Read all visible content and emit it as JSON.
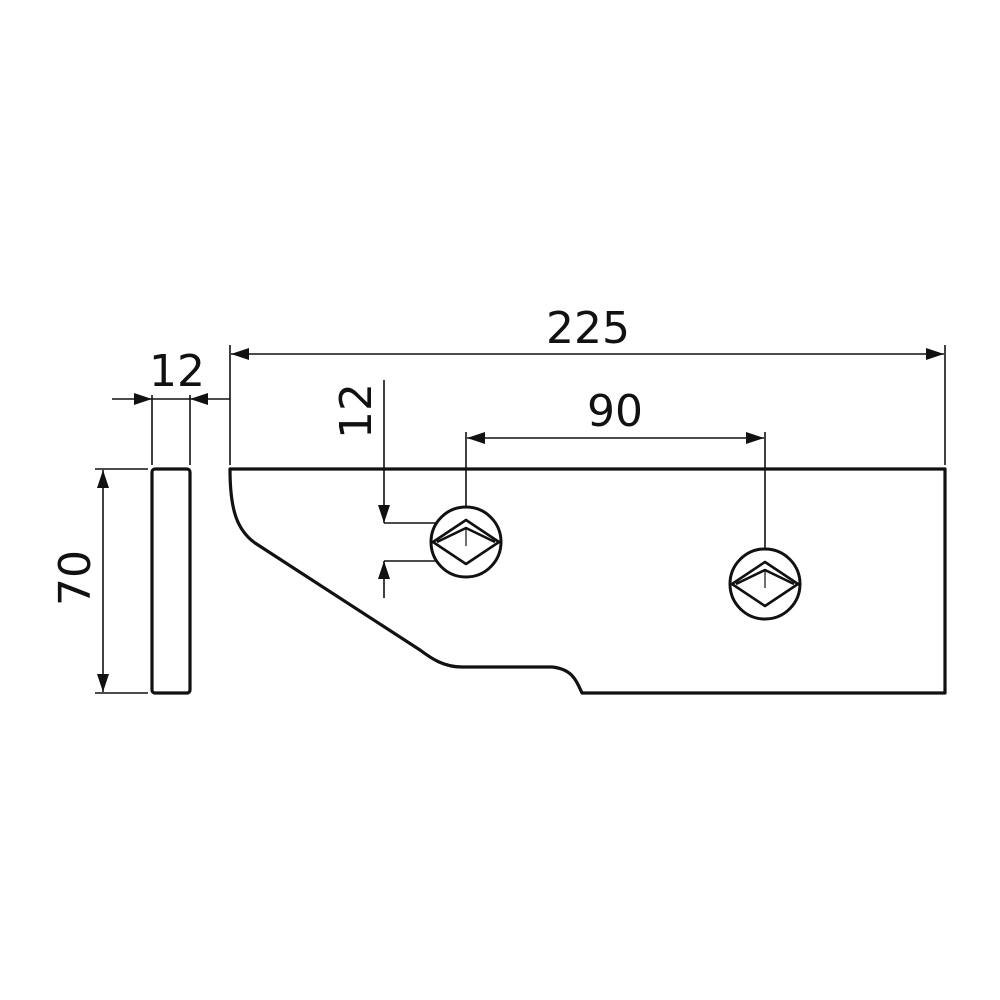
{
  "drawing": {
    "dimensions": {
      "overall_length": "225",
      "hole_spacing": "90",
      "hole_size": "12",
      "thickness": "12",
      "height": "70"
    }
  }
}
